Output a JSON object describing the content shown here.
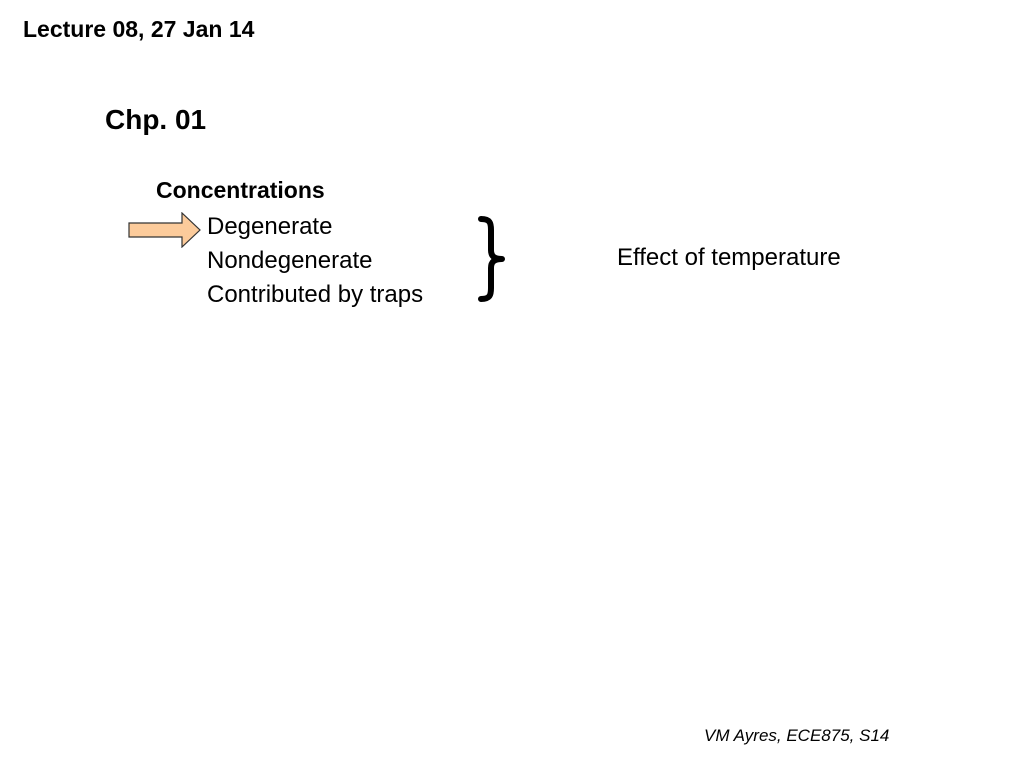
{
  "slide": {
    "header": "Lecture 08, 27 Jan 14",
    "chapter": "Chp. 01",
    "section_title": "Concentrations",
    "items": [
      "Degenerate",
      "Nondegenerate",
      "Contributed by traps"
    ],
    "effect": "Effect of temperature",
    "footer": "VM Ayres, ECE875, S14"
  },
  "icons": {
    "pointer": "right-arrow-icon",
    "grouping": "right-curly-brace"
  },
  "colors": {
    "arrow_fill": "#FCCB9B",
    "arrow_stroke": "#333333"
  }
}
